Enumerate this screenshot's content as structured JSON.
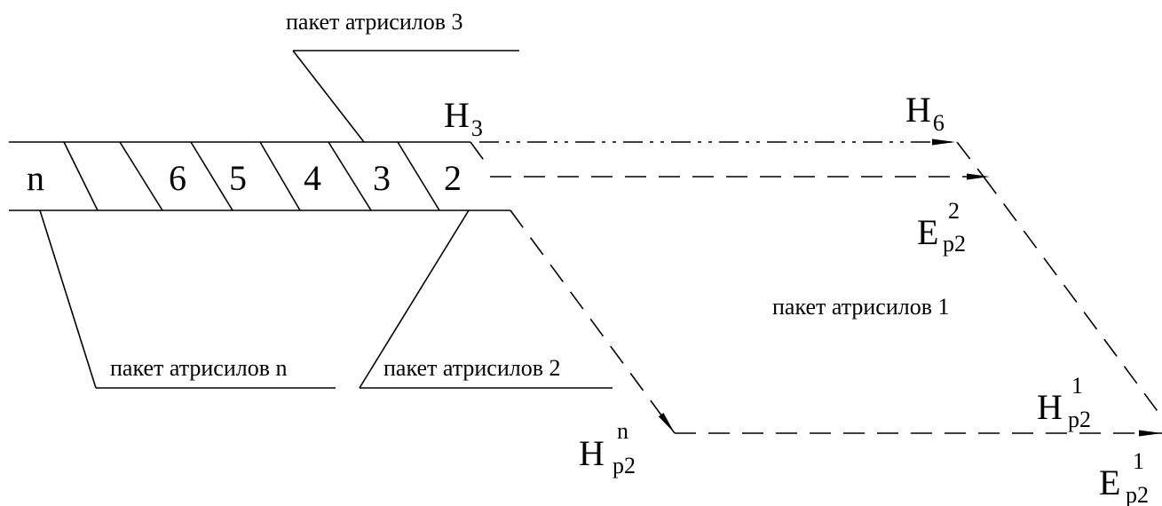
{
  "strip": {
    "cells": [
      "n",
      "6",
      "5",
      "4",
      "3",
      "2"
    ]
  },
  "packets": {
    "p3": "пакет атрисилов 3",
    "p1": "пакет атрисилов 1",
    "pn": "пакет атрисилов n",
    "p2": "пакет атрисилов 2"
  },
  "points": {
    "h3": {
      "base": "H",
      "sub": "3"
    },
    "h6": {
      "base": "H",
      "sub": "6"
    },
    "ep2_2": {
      "base": "E",
      "sup": "2",
      "sub": "p2"
    },
    "hp2_n": {
      "base": "H",
      "sup": "n",
      "sub": "p2"
    },
    "hp2_1": {
      "base": "H",
      "sup": "1",
      "sub": "p2"
    },
    "ep2_1": {
      "base": "E",
      "sup": "1",
      "sub": "p2"
    }
  }
}
